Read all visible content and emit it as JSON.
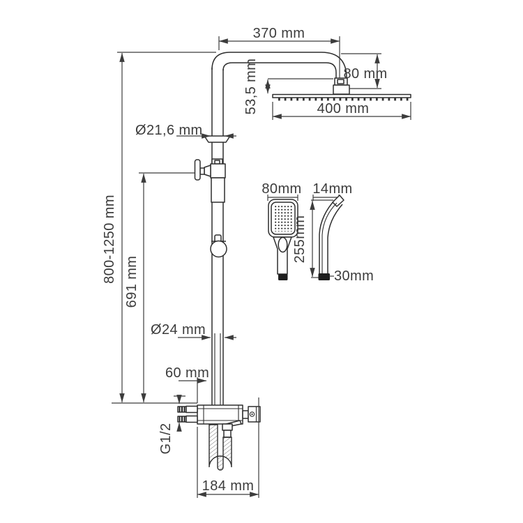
{
  "drawing": {
    "title": "shower-column-technical-drawing",
    "labels": {
      "arm_reach": "370 mm",
      "arm_drop": "80 mm",
      "head_height": "53,5 mm",
      "head_width": "400 mm",
      "upper_pipe_diameter": "Ø21,6 mm",
      "column_height": "800-1250 mm",
      "bracket_height": "691 mm",
      "lower_pipe_diameter": "Ø24 mm",
      "outlet_offset": "60 mm",
      "thread_size": "G1/2",
      "mixer_width": "184 mm"
    },
    "handshower": {
      "face_width": "80mm",
      "head_depth": "14mm",
      "length": "255mm",
      "handle_depth": "30mm"
    },
    "colors": {
      "line": "#2e2e2e",
      "text": "#3c3c3c",
      "background": "#ffffff"
    }
  }
}
